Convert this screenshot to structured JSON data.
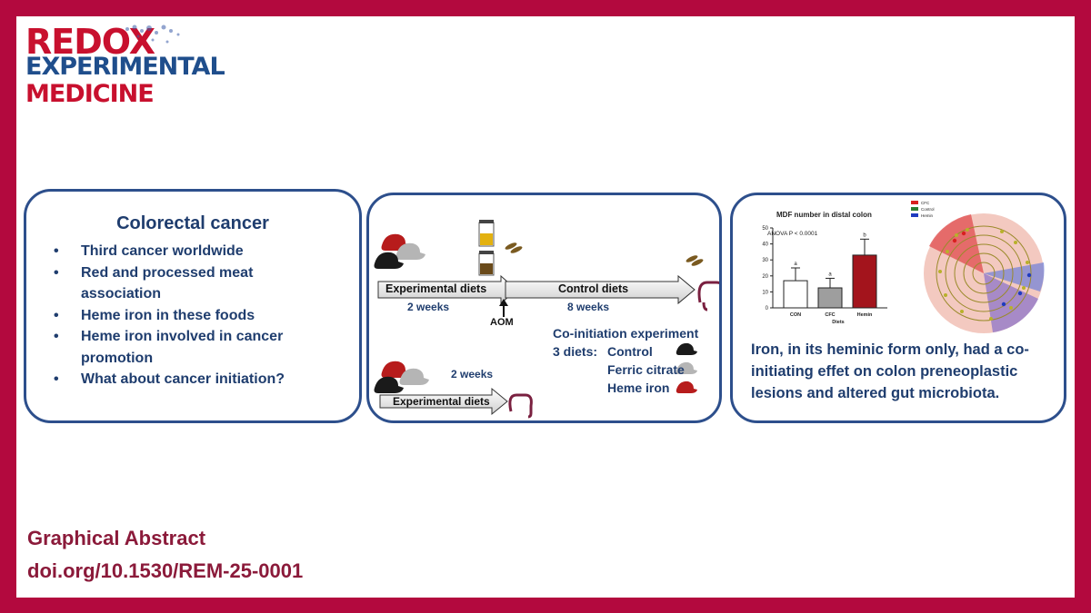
{
  "logo": {
    "line1": "REDOX",
    "line2": "EXPERIMENTAL",
    "line3": "MEDICINE"
  },
  "panel1": {
    "title": "Colorectal cancer",
    "bullets": [
      "Third cancer worldwide",
      "Red and processed meat association",
      "Heme iron in these foods",
      "Heme iron involved in cancer promotion",
      "What about cancer initiation?"
    ]
  },
  "panel2": {
    "arrow1_label": "Experimental diets",
    "arrow1_duration": "2 weeks",
    "arrow2_label": "Control diets",
    "arrow2_duration": "8 weeks",
    "aom": "AOM",
    "coinit_title": "Co-initiation experiment",
    "diets_prefix": "3 diets:",
    "diets": [
      "Control",
      "Ferric citrate",
      "Heme iron"
    ],
    "bottom_duration": "2 weeks",
    "bottom_label": "Experimental diets"
  },
  "panel3": {
    "chart_title": "MDF number in distal colon",
    "anova": "ANOVA P < 0.0001",
    "legend": [
      "CFC",
      "Control",
      "Hemin"
    ],
    "conclusion": "Iron, in its heminic form only, had a co-initiating effet on colon preneoplastic lesions and altered gut microbiota."
  },
  "chart_data": {
    "type": "bar",
    "title": "MDF number in distal colon",
    "xlabel": "Diets",
    "ylabel": "",
    "categories": [
      "CON",
      "CFC",
      "Hemin"
    ],
    "values": [
      17,
      12.5,
      33
    ],
    "errors": [
      8,
      6,
      10
    ],
    "letters": [
      "a",
      "a",
      "b"
    ],
    "ylim": [
      0,
      50
    ],
    "yticks": [
      0,
      10,
      20,
      30,
      40,
      50
    ],
    "colors": [
      "#ffffff",
      "#9e9e9e",
      "#a3141c"
    ]
  },
  "footer": {
    "line1": "Graphical Abstract",
    "line2": "doi.org/10.1530/REM-25-0001"
  },
  "colors": {
    "frame": "#b3093e",
    "panel_border": "#2d4f8c",
    "text_navy": "#1f3d6e",
    "footer_text": "#8b1a3a"
  }
}
